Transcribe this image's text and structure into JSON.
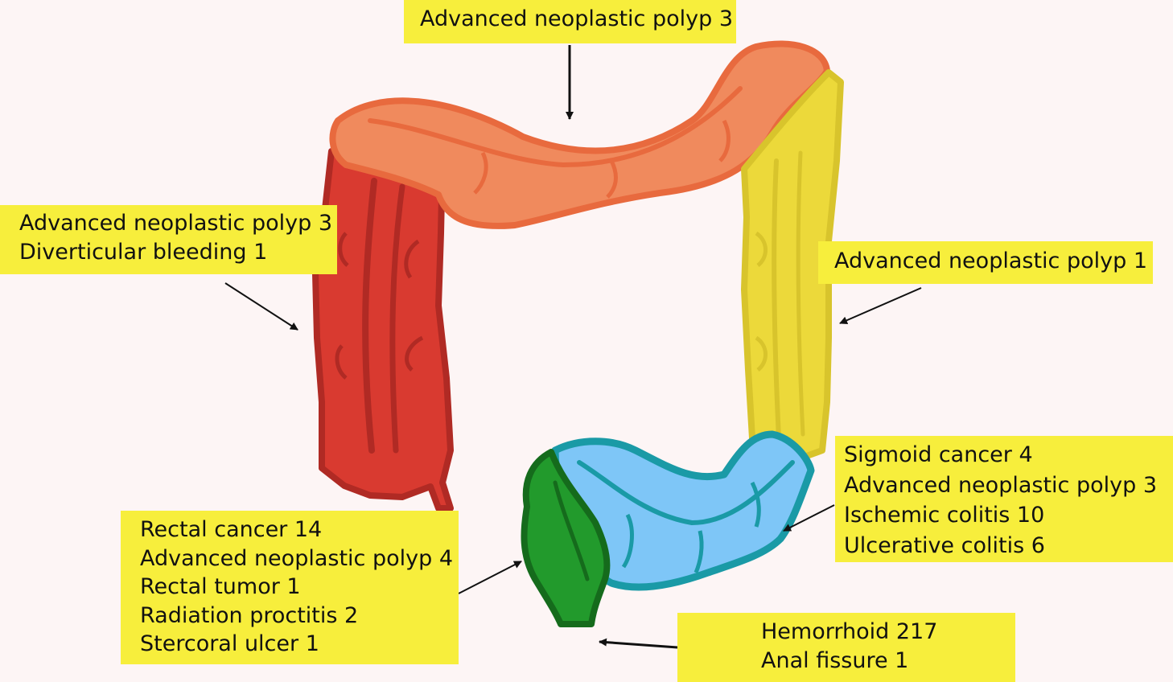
{
  "colors": {
    "background": "#fdf5f5",
    "label_box": "#f7ee3c",
    "ascending": "#d93a30",
    "transverse": "#f08a5d",
    "descending": "#ecd93a",
    "sigmoid": "#7ec6f7",
    "rectum": "#229a2c",
    "arrow": "#111111"
  },
  "labels": {
    "transverse": [
      "Advanced neoplastic polyp 3"
    ],
    "ascending": [
      "Advanced neoplastic polyp 3",
      "Diverticular bleeding 1"
    ],
    "descending": [
      "Advanced neoplastic polyp 1"
    ],
    "sigmoid": [
      "Sigmoid cancer 4",
      "Advanced neoplastic polyp 3",
      "Ischemic colitis 10",
      "Ulcerative colitis 6"
    ],
    "rectum": [
      "Rectal cancer 14",
      "Advanced neoplastic polyp 4",
      "Rectal tumor 1",
      "Radiation proctitis 2",
      "Stercoral ulcer 1"
    ],
    "anus": [
      "Hemorrhoid 217",
      "Anal fissure 1"
    ]
  }
}
